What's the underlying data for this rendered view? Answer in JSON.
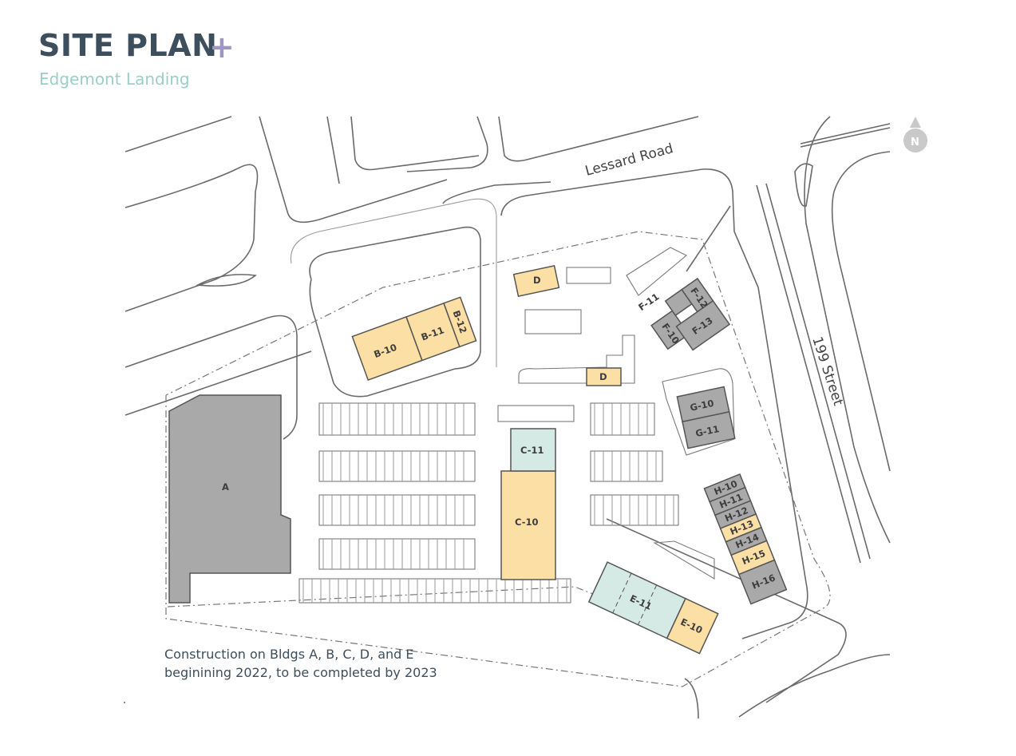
{
  "header": {
    "title": "SITE PLAN",
    "plus": "+",
    "subtitle": "Edgemont Landing"
  },
  "roads": {
    "north": "Lessard Road",
    "east": "199 Street"
  },
  "north_arrow": {
    "label": "N"
  },
  "buildings": [
    {
      "id": "A",
      "label": "A",
      "status": "construction"
    },
    {
      "id": "B-10",
      "label": "B-10",
      "status": "available"
    },
    {
      "id": "B-11",
      "label": "B-11",
      "status": "available"
    },
    {
      "id": "B-12",
      "label": "B-12",
      "status": "available"
    },
    {
      "id": "C-10",
      "label": "C-10",
      "status": "available"
    },
    {
      "id": "C-11",
      "label": "C-11",
      "status": "other"
    },
    {
      "id": "D-north",
      "label": "D",
      "status": "available"
    },
    {
      "id": "D-south",
      "label": "D",
      "status": "available"
    },
    {
      "id": "E-10",
      "label": "E-10",
      "status": "available"
    },
    {
      "id": "E-11",
      "label": "E-11",
      "status": "other"
    },
    {
      "id": "F-10",
      "label": "F-10",
      "status": "existing"
    },
    {
      "id": "F-11",
      "label": "F-11",
      "status": "existing"
    },
    {
      "id": "F-12",
      "label": "F-12",
      "status": "existing"
    },
    {
      "id": "F-13",
      "label": "F-13",
      "status": "existing"
    },
    {
      "id": "G-10",
      "label": "G-10",
      "status": "existing"
    },
    {
      "id": "G-11",
      "label": "G-11",
      "status": "existing"
    },
    {
      "id": "H-10",
      "label": "H-10",
      "status": "existing"
    },
    {
      "id": "H-11",
      "label": "H-11",
      "status": "existing"
    },
    {
      "id": "H-12",
      "label": "H-12",
      "status": "existing"
    },
    {
      "id": "H-13",
      "label": "H-13",
      "status": "available"
    },
    {
      "id": "H-14",
      "label": "H-14",
      "status": "existing"
    },
    {
      "id": "H-15",
      "label": "H-15",
      "status": "available"
    },
    {
      "id": "H-16",
      "label": "H-16",
      "status": "existing"
    }
  ],
  "colors": {
    "existing": "#a9a9a9",
    "available": "#fbdfa4",
    "other": "#d5e9e5",
    "title": "#3d4e5c",
    "plus": "#9f96c4",
    "subtitle": "#9ccdc6"
  },
  "note": {
    "line1": "Construction on Bldgs A, B, C, D, and E",
    "line2": "beginining 2022, to be completed by 2023"
  }
}
